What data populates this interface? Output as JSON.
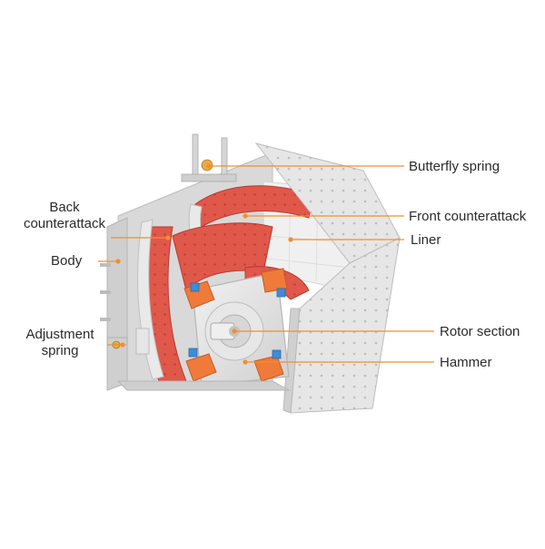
{
  "colors": {
    "leader_line": "#f0902a",
    "frame": "#e3e3e3",
    "frame_shadow": "#c9c9c9",
    "lining": "#e0584a",
    "lining_dark": "#c8453a",
    "hammer": "#f07a3a",
    "blue_block": "#3f8bd6"
  },
  "labels": {
    "butterfly_spring": "Butterfly spring",
    "back_counterattack": "Back\ncounterattack",
    "front_counterattack": "Front counterattack",
    "body": "Body",
    "liner": "Liner",
    "adjustment_spring": "Adjustment\nspring",
    "rotor_section": "Rotor section",
    "hammer": "Hammer"
  }
}
